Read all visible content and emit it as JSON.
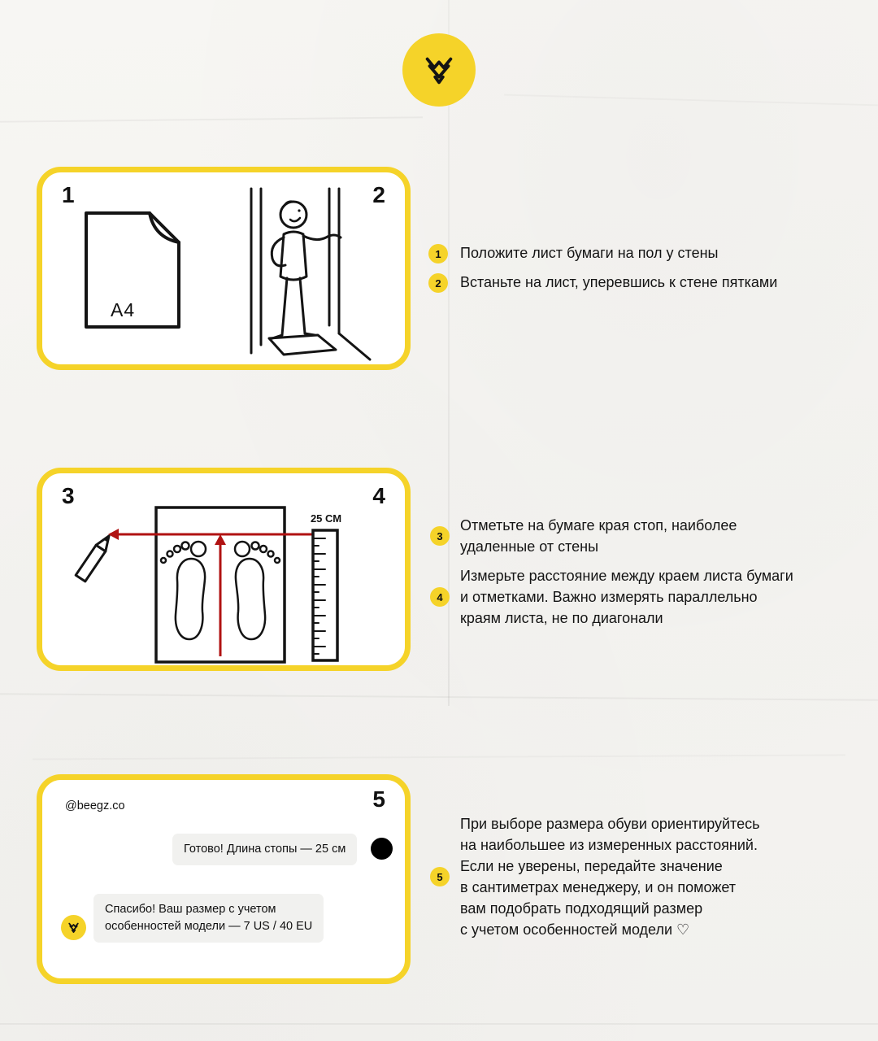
{
  "colors": {
    "yellow": "#F5D329",
    "red": "#B01212",
    "background": "#F4F3F0",
    "bubble_gray": "#F1F1EF",
    "ink": "#141414"
  },
  "brand": {
    "logo": "beegz-mark"
  },
  "panels": {
    "panel1": {
      "num_left": "1",
      "num_right": "2",
      "a4_label": "A4"
    },
    "panel2": {
      "num_left": "3",
      "num_right": "4",
      "ruler_label": "25 СМ"
    },
    "panel3": {
      "handle": "@beegz.co",
      "num_right": "5",
      "chat": {
        "outgoing_text": "Готово! Длина стопы — 25 см",
        "incoming_text": "Спасибо! Ваш размер с учетом\nособенностей модели — 7 US / 40 EU"
      }
    }
  },
  "steps": [
    {
      "num": "1",
      "text": "Положите лист бумаги на пол у стены"
    },
    {
      "num": "2",
      "text": "Встаньте на лист, уперевшись к стене пятками"
    },
    {
      "num": "3",
      "text": "Отметьте на бумаге края стоп, наиболее\nудаленные от стены"
    },
    {
      "num": "4",
      "text": "Измерьте расстояние между краем листа бумаги\nи отметками. Важно измерять параллельно\nкраям листа, не по диагонали"
    },
    {
      "num": "5",
      "text": "При выборе размера обуви ориентируйтесь\nна наибольшее из измеренных расстояний.\nЕсли не уверены, передайте значение\nв сантиметрах менеджеру, и он поможет\nвам подобрать подходящий размер\nс учетом особенностей модели ♡"
    }
  ]
}
